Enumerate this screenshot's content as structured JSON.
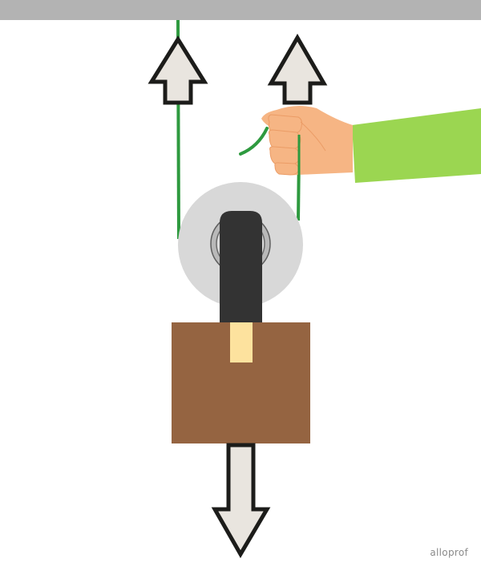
{
  "diagram": {
    "title": "Movable pulley lifting a box",
    "elements": {
      "ceiling": {
        "label": "ceiling",
        "color": "#b3b3b3"
      },
      "rope": {
        "label": "rope",
        "color": "#2e9a3f"
      },
      "pulley": {
        "label": "movable pulley",
        "wheel_color": "#d8d8d8",
        "hub_color": "#b9b9b9",
        "bracket_color": "#333333"
      },
      "load": {
        "label": "box",
        "color": "#956441",
        "tab_color": "#fde29e"
      },
      "hand": {
        "label": "hand pulling rope",
        "skin_color": "#f6b584",
        "sleeve_color": "#9bd651"
      },
      "arrows": [
        {
          "label": "upward force (ceiling rope)",
          "direction": "up"
        },
        {
          "label": "upward force (pulled rope)",
          "direction": "up"
        },
        {
          "label": "downward force (weight)",
          "direction": "down"
        }
      ],
      "arrow_fill": "#e9e5df",
      "arrow_stroke": "#1c1c1a"
    }
  },
  "branding": {
    "logo_text": "alloprof"
  }
}
